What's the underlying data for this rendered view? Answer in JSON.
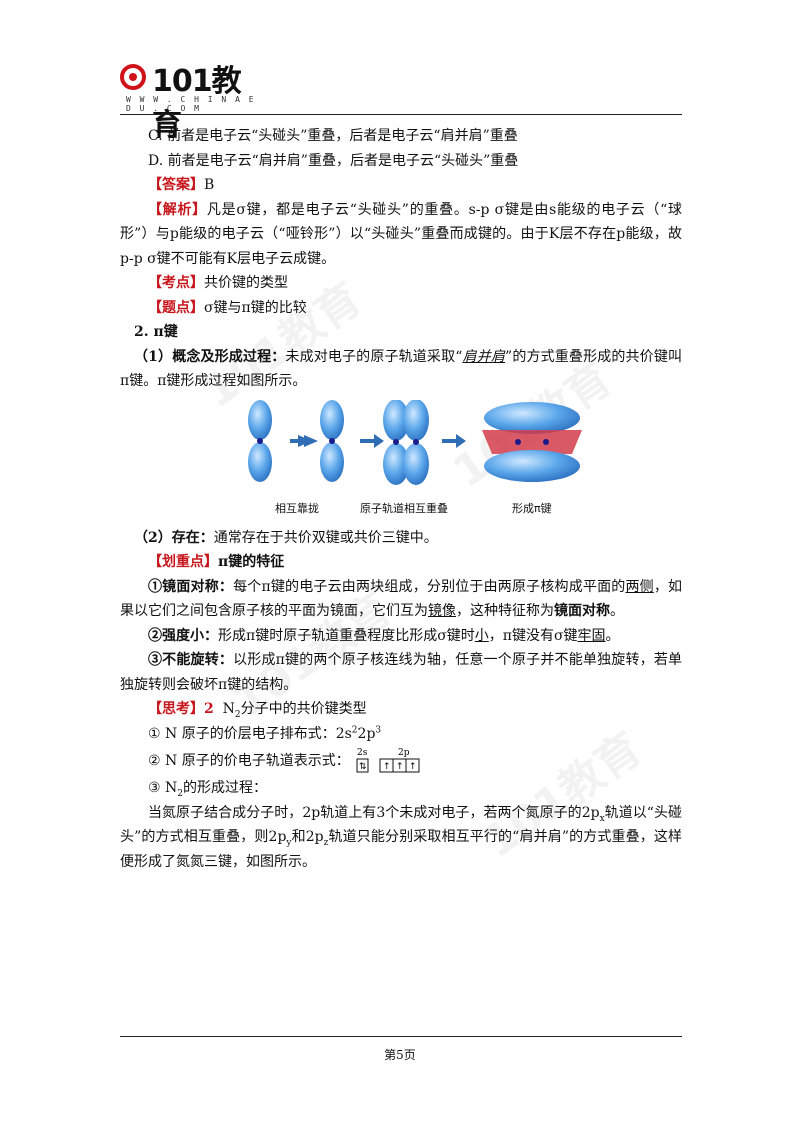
{
  "header": {
    "logo_text": "101教育",
    "logo_url": "W W W . C H I N A E D U . C O M"
  },
  "watermark": "101教育",
  "lines": {
    "c": "C. 前者是电子云“头碰头”重叠，后者是电子云“肩并肩”重叠",
    "d": "D. 前者是电子云“肩并肩”重叠，后者是电子云“头碰头”重叠",
    "answer_tag": "【答案】",
    "answer_val": "B",
    "analysis_tag": "【解析】",
    "analysis_text": "凡是σ键，都是电子云“头碰头”的重叠。s-p σ键是由s能级的电子云（“球形”）与p能级的电子云（“哑铃形”）以“头碰头”重叠而成键的。由于K层不存在p能级，故p-p σ键不可能有K层电子云成键。",
    "kaodian_tag": "【考点】",
    "kaodian_text": "共价键的类型",
    "tidian_tag": "【题点】",
    "tidian_text": "σ键与π键的比较",
    "sec2": "2. π键",
    "s1_head": "（1）概念及形成过程：",
    "s1_a": "未成对电子的原子轨道采取“",
    "s1_u": "肩并肩",
    "s1_b": "”的方式重叠形成的共价键叫π键。π键形成过程如图所示。",
    "s2_head": "（2）存在：",
    "s2_text": "通常存在于共价双键或共价三键中。",
    "hz_tag": "【划重点】",
    "hz_text": "π键的特征",
    "f1_head": "①镜面对称：",
    "f1_a": "每个π键的电子云由两块组成，分别位于由两原子核构成平面的",
    "f1_u1": "两侧",
    "f1_b": "，如果以它们之间包含原子核的平面为镜面，它们互为",
    "f1_u2": "镜像",
    "f1_c": "，这种特征称为",
    "f1_d": "镜面对称",
    "f1_e": "。",
    "f2_head": "②强度小：",
    "f2_a": "形成π键时原子轨道重叠程度比形成σ键时",
    "f2_u1": "小",
    "f2_b": "，π键没有σ键",
    "f2_u2": "牢固",
    "f2_c": "。",
    "f3_head": "③不能旋转：",
    "f3_text": "以形成π键的两个原子核连线为轴，任意一个原子并不能单独旋转，若单独旋转则会破坏π键的结构。",
    "sk_tag": "【思考】2",
    "sk_a": "N",
    "sk_sub": "2",
    "sk_b": "分子中的共价键类型",
    "q1_a": "① N 原子的价层电子排布式：2s",
    "q1_s1": "2",
    "q1_b": "2p",
    "q1_s2": "3",
    "q2": "② N 原子的价电子轨道表示式：",
    "orb_2s": "2s",
    "orb_2p": "2p",
    "q3_a": "③ N",
    "q3_sub": "2",
    "q3_b": "的形成过程：",
    "last_a": "当氮原子结合成分子时，2p轨道上有3个未成对电子，若两个氮原子的2p",
    "last_s1": "x",
    "last_b": "轨道以“头碰头”的方式相互重叠，则2p",
    "last_s2": "y",
    "last_c": "和2p",
    "last_s3": "z",
    "last_d": "轨道只能分别采取相互平行的“肩并肩”的方式重叠，这样便形成了氮氮三键，如图所示。"
  },
  "figure": {
    "cap1": "相互靠拢",
    "cap2": "原子轨道相互重叠",
    "cap3": "形成π键"
  },
  "footer": {
    "page": "第5页"
  },
  "colors": {
    "accent_red": "#c8161d",
    "orbital_blue": "#3a8fdc",
    "plane_red": "#d23c4b"
  }
}
